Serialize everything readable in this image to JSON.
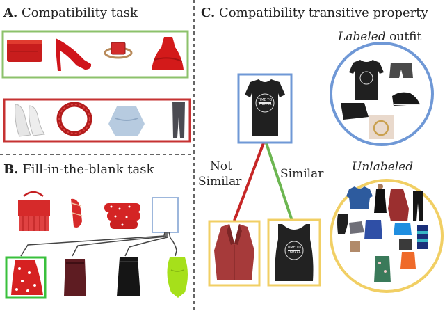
{
  "panel_a": {
    "letter": "A.",
    "title": "Compatibility task",
    "colors": {
      "compatible_border": "#8cc26b",
      "incompatible_border": "#c63232"
    }
  },
  "panel_b": {
    "letter": "B.",
    "title": "Fill-in-the-blank task",
    "blank_mark": "?",
    "colors": {
      "question_border": "#9db7dc",
      "answer_border": "#39c03c"
    }
  },
  "panel_c": {
    "letter": "C.",
    "title": "Compatibility transitive property",
    "labeled_word": "Labeled",
    "labeled_suffix": " outfit",
    "unlabeled_caption": "Unlabeled",
    "not_similar_line1": "Not",
    "not_similar_line2": "Similar",
    "similar_label": "Similar",
    "shirt_print_line1": "TIME TO",
    "shirt_print_line2": "TRAVEL",
    "colors": {
      "query_border": "#6f98d6",
      "candidate_border": "#f1cf64",
      "labeled_circle": "#6f98d6",
      "unlabeled_circle": "#f1cf64",
      "not_similar_edge": "#c62626",
      "similar_edge": "#6cb651"
    }
  }
}
